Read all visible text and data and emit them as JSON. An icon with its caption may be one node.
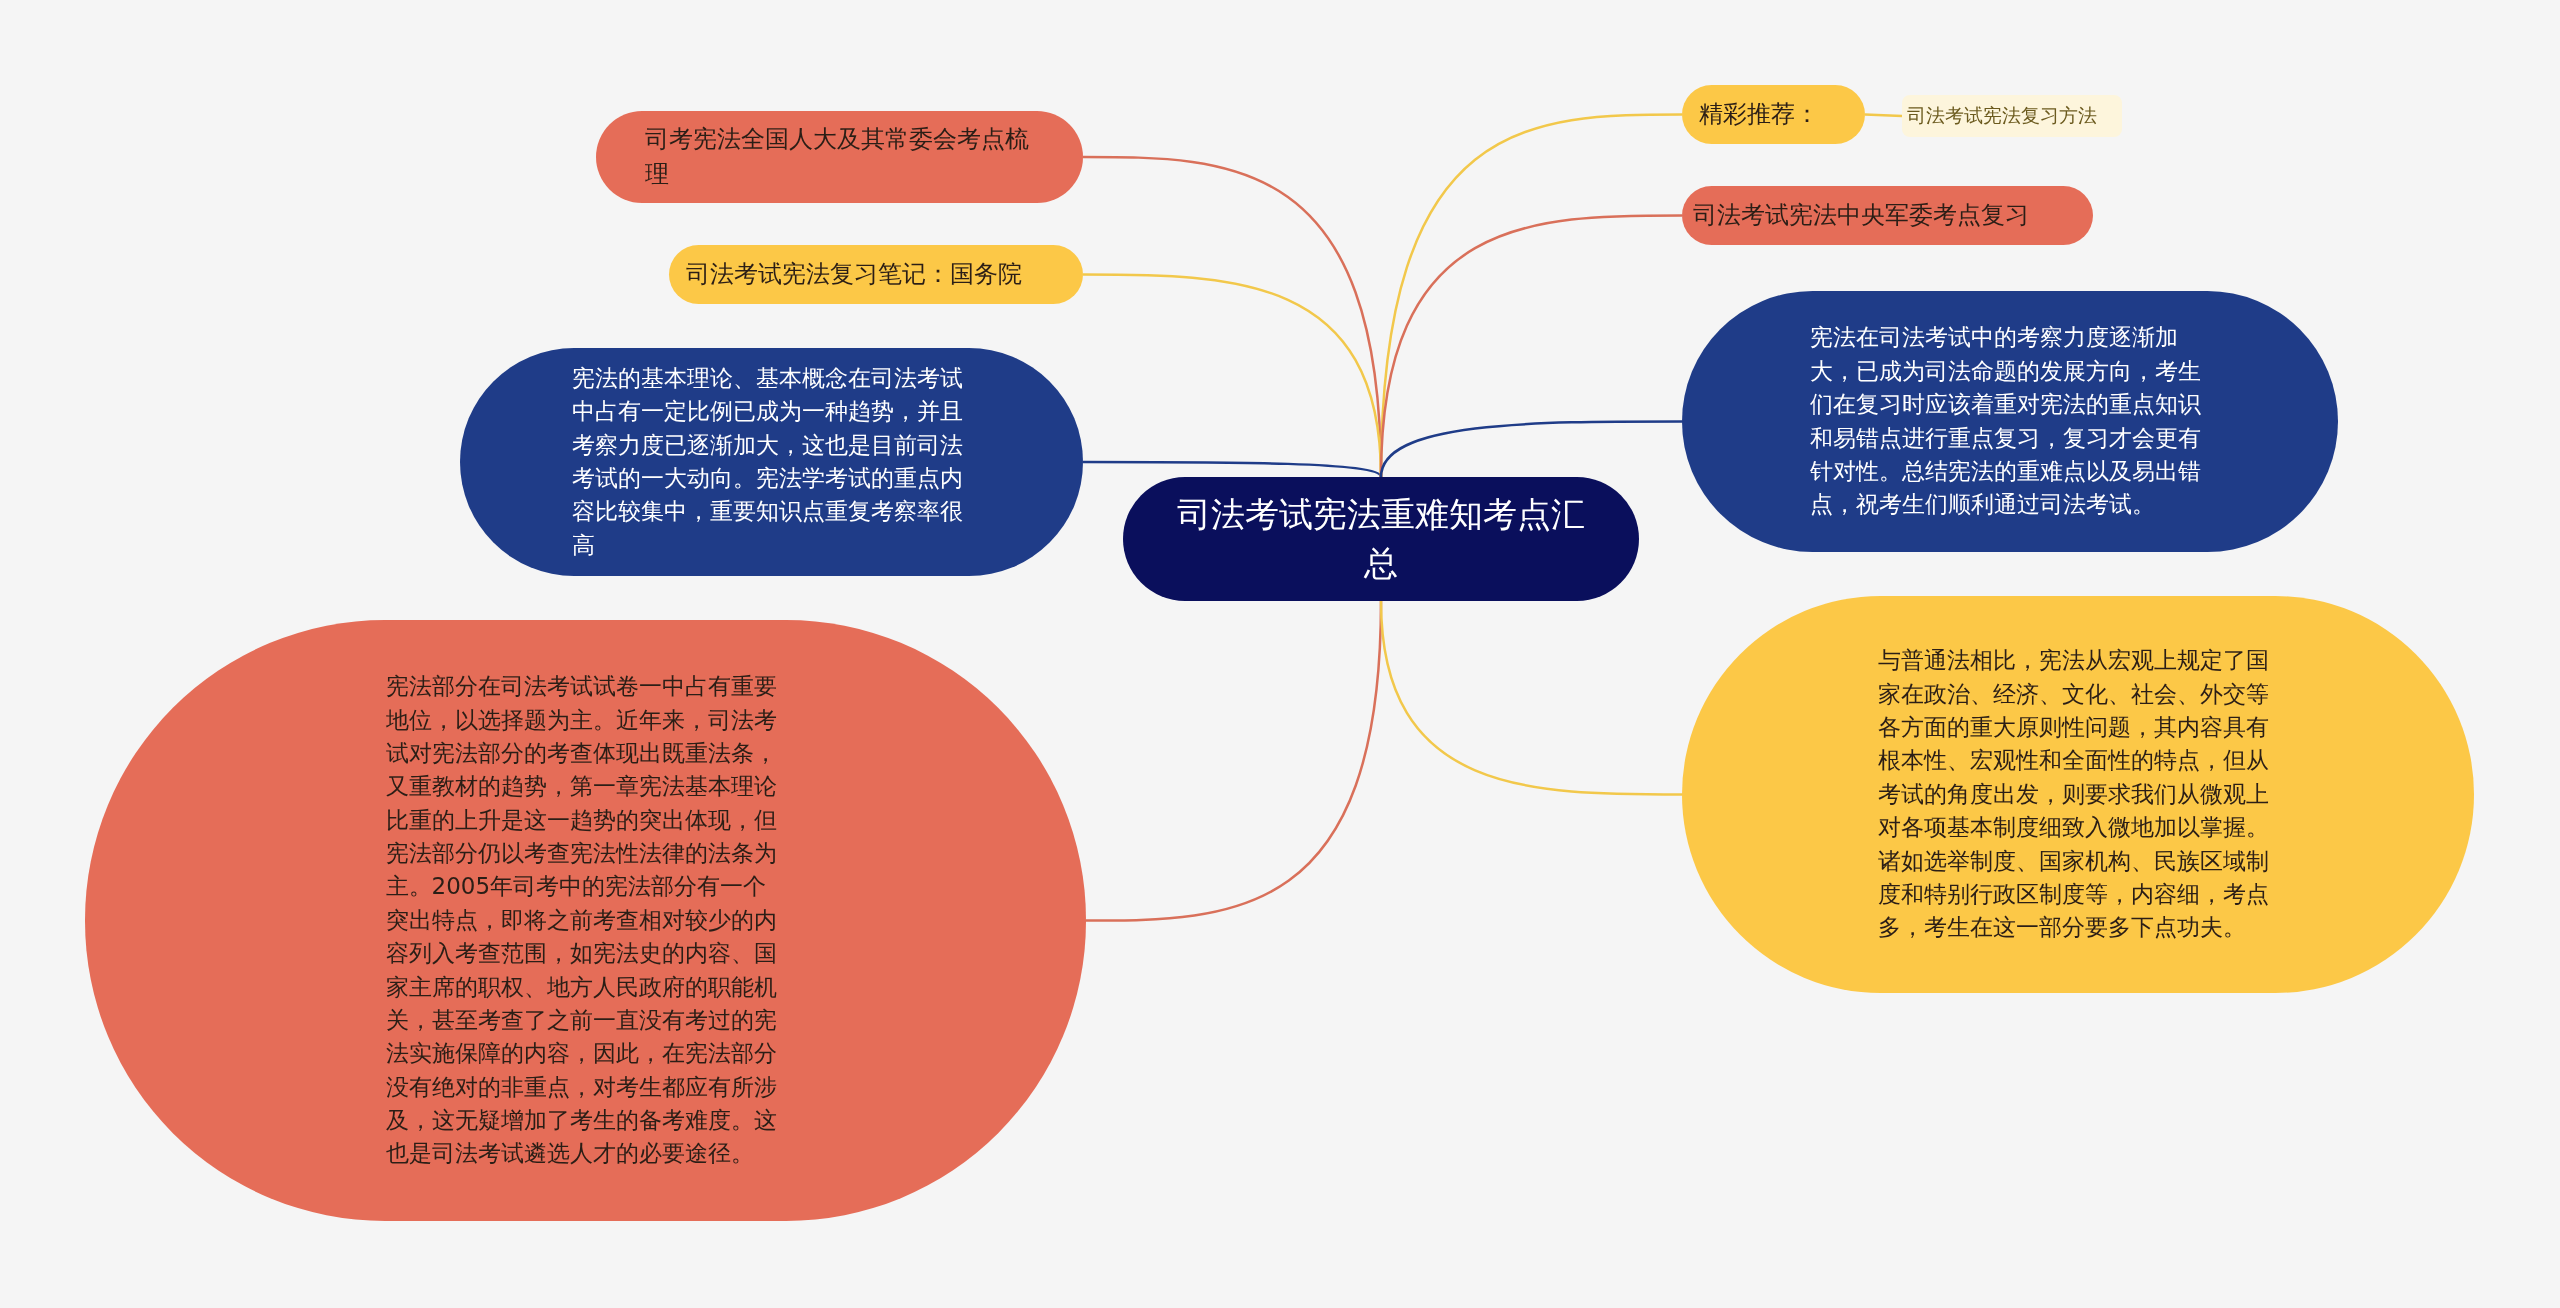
{
  "diagram": {
    "nodes": [
      {
        "text": [
          "司法考试宪法重难知考点汇总"
        ]
      },
      {
        "text": [
          "司考宪法全国人大及其常委会考点梳理"
        ]
      },
      {
        "text": [
          "司法考试宪法复习笔记：国务院"
        ]
      },
      {
        "text": [
          "宪法的基本理论、基本概念在司法考试中占有一定比例已成为一种趋势，并且考察力度已逐渐加大，这也是目前司法考试的一大动向。宪法学考试的重点内容比较集中，重要知识点重复考察率很高"
        ]
      },
      {
        "text": [
          "宪法部分在司法考试试卷一中占有重要地位，以选择题为主。近年来，司法考试对宪法部分的考查体现出既重法条，又重教材的趋势，第一章宪法基本理论比重的上升是这一趋势的突出体现，但宪法部分仍以考查宪法性法律的法条为主。2005年司考中的宪法部分有一个突出特点，即将之前考查相对较少的内容列入考查范围，如宪法史的内容、国家主席的职权、地方人民政府的职能机关，甚至考查了之前一直没有考过的宪法实施保障的内容，因此，在宪法部分没有绝对的非重点，对考生都应有所涉及，这无疑增加了考生的备考难度。这也是司法考试遴选人才的必要途径。"
        ]
      },
      {
        "text": [
          "精彩推荐："
        ]
      },
      {
        "text": [
          "司法考试宪法复习方法"
        ]
      },
      {
        "text": [
          "司法考试宪法中央军委考点复习"
        ]
      },
      {
        "text": [
          "宪法在司法考试中的考察力度逐渐加大，已成为司法命题的发展方向，考生们在复习时应该着重对宪法的重点知识和易错点进行重点复习，复习才会更有针对性。总结宪法的重难点以及易出错点，祝考生们顺利通过司法考试。"
        ]
      },
      {
        "text": [
          "与普通法相比，宪法从宏观上规定了国家在政治、经济、文化、社会、外交等各方面的重大原则性问题，其内容具有根本性、宏观性和全面性的特点，但从考试的角度出发，则要求我们从微观上对各项基本制度细致入微地加以掌握。诸如选举制度、国家机构、民族区域制度和特别行政区制度等，内容细，考点多，考生在这一部分要多下点功夫。"
        ]
      }
    ],
    "edges": [
      {
        "from": 0,
        "to": 1,
        "arrow": "none",
        "color": "#d9705a"
      },
      {
        "from": 0,
        "to": 2,
        "arrow": "none"
      },
      {
        "from": 0,
        "to": 3,
        "arrow": "none",
        "color": "#1f3c88"
      },
      {
        "from": 0,
        "to": 4,
        "arrow": "none",
        "color": "#d9705a"
      },
      {
        "from": 0,
        "to": 5,
        "arrow": "none"
      },
      {
        "from": 5,
        "to": 6,
        "arrow": "none"
      },
      {
        "from": 0,
        "to": 7,
        "arrow": "none",
        "color": "#d9705a"
      },
      {
        "from": 0,
        "to": 8,
        "arrow": "none",
        "color": "#1f3c88"
      },
      {
        "from": 0,
        "to": 9,
        "arrow": "none"
      }
    ]
  }
}
